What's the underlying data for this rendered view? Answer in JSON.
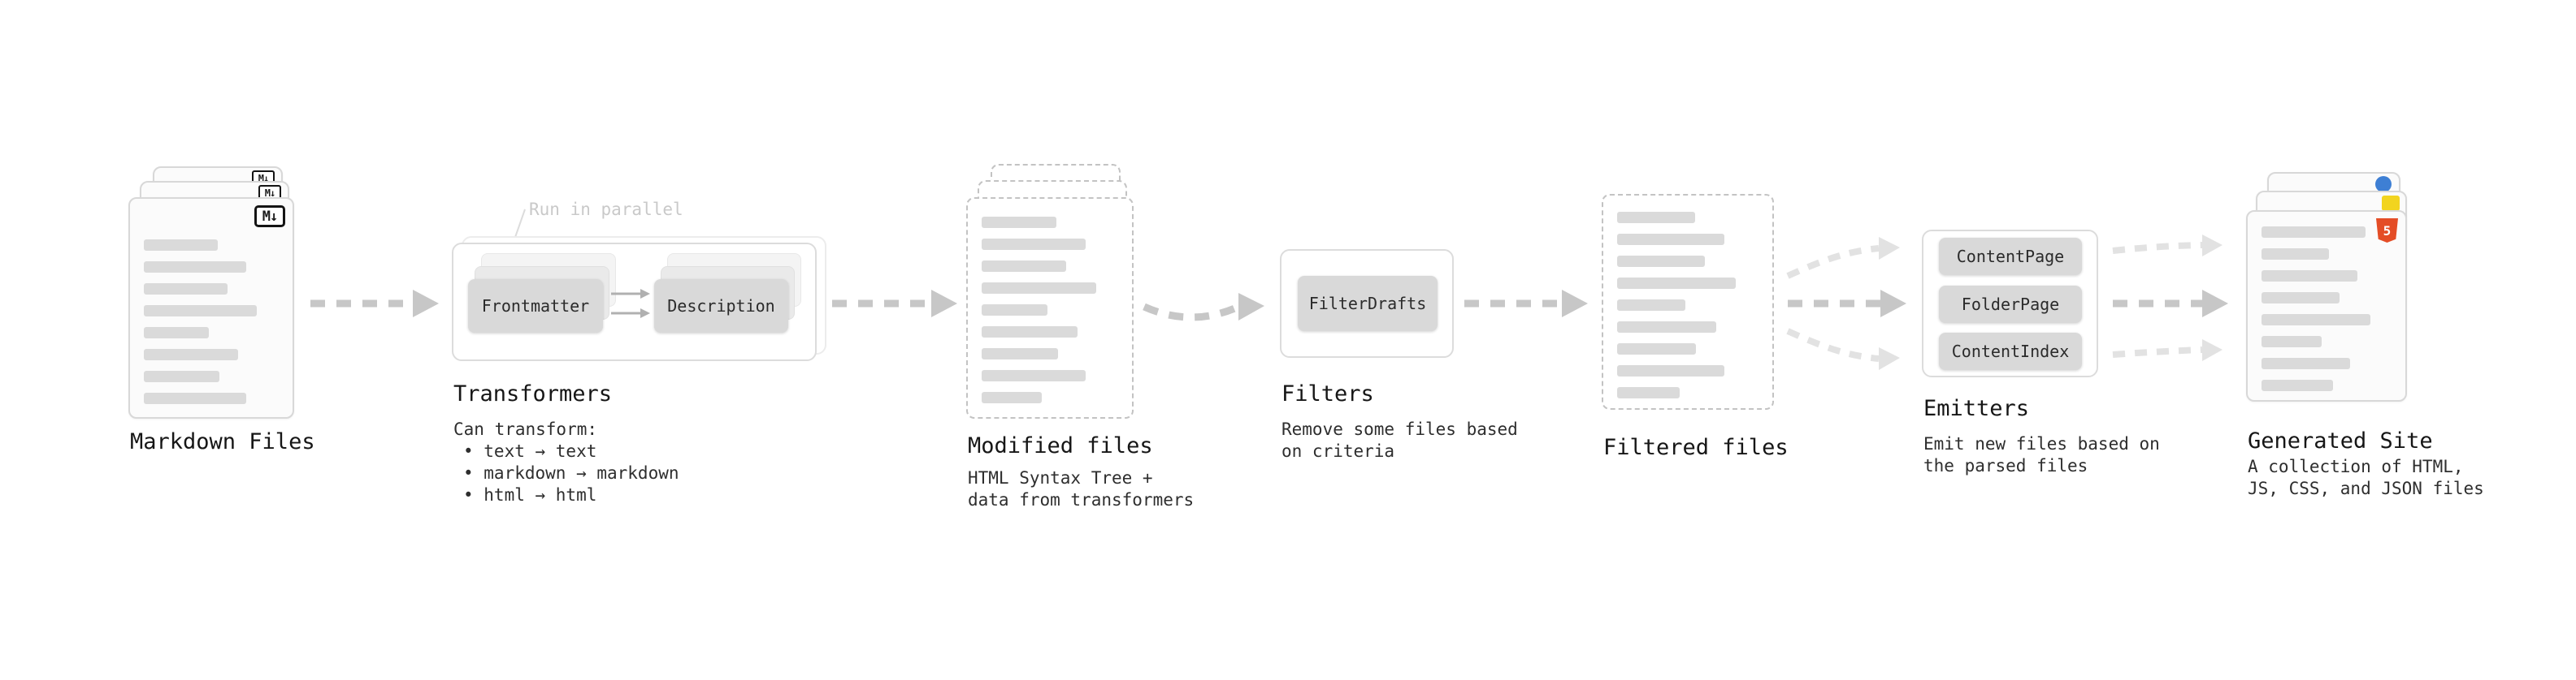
{
  "stages": {
    "markdown_files": {
      "label": "Markdown Files",
      "icon_text": "M↓"
    },
    "transformers": {
      "label": "Transformers",
      "annotation": "Run in parallel",
      "steps": [
        "Frontmatter",
        "Description"
      ],
      "note_title": "Can transform:",
      "note_items": [
        "• text → text",
        "• markdown → markdown",
        "• html → html"
      ]
    },
    "modified_files": {
      "label": "Modified files",
      "note_lines": [
        "HTML Syntax Tree +",
        "data from transformers"
      ]
    },
    "filters": {
      "label": "Filters",
      "steps": [
        "FilterDrafts"
      ],
      "note_lines": [
        "Remove some files based",
        "on criteria"
      ]
    },
    "filtered_files": {
      "label": "Filtered files"
    },
    "emitters": {
      "label": "Emitters",
      "steps": [
        "ContentPage",
        "FolderPage",
        "ContentIndex"
      ],
      "note_lines": [
        "Emit new files based on",
        "the parsed files"
      ]
    },
    "generated_site": {
      "label": "Generated Site",
      "html5_icon_text": "5",
      "note_lines": [
        "A collection of HTML,",
        "JS, CSS, and JSON files"
      ]
    }
  },
  "colors": {
    "arrow_gray": "#c7c7c7",
    "arrow_light": "#e2e2e2",
    "chip_bg": "#d9d9d9",
    "doc_border": "#d8d8d8",
    "dashed_border": "#c3c3c3",
    "html5_orange": "#e44d26",
    "js_yellow": "#f2d41f",
    "css_blue": "#3e7fd4",
    "markdown_icon_black": "#141414"
  }
}
